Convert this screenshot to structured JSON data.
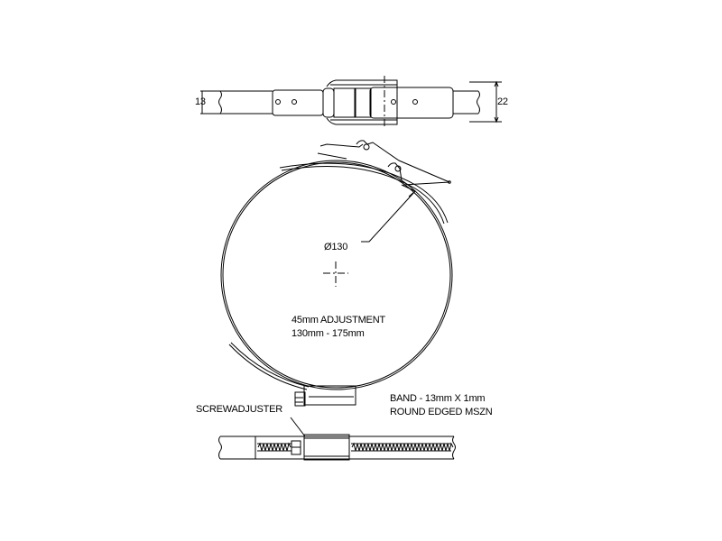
{
  "top_view": {
    "band_width_label": "13",
    "latch_width_label": "22"
  },
  "clamp": {
    "diameter_label": "Ø130",
    "adjustment_line1": "45mm ADJUSTMENT",
    "adjustment_line2": "130mm - 175mm"
  },
  "screw": {
    "label": "SCREWADJUSTER"
  },
  "band_spec": {
    "line1": "BAND - 13mm X 1mm",
    "line2": "ROUND EDGED MSZN"
  }
}
